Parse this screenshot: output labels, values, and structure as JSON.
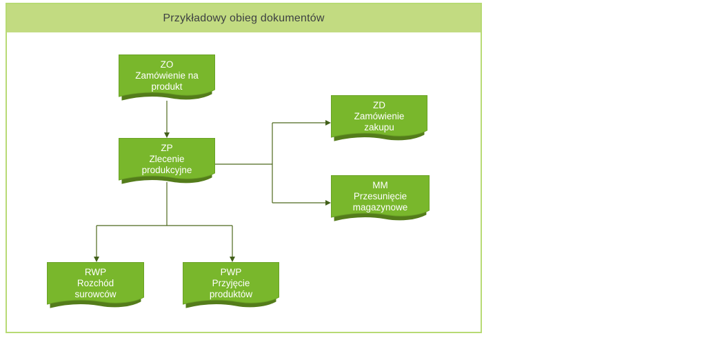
{
  "diagram": {
    "title": "Przykładowy obieg dokumentów",
    "nodes": [
      {
        "code": "ZO",
        "name": "Zamówienie na\nprodukt"
      },
      {
        "code": "ZP",
        "name": "Zlecenie\nprodukcyjne"
      },
      {
        "code": "ZD",
        "name": "Zamówienie\nzakupu"
      },
      {
        "code": "MM",
        "name": "Przesunięcie\nmagazynowe"
      },
      {
        "code": "RWP",
        "name": "Rozchód\nsurowców"
      },
      {
        "code": "PWP",
        "name": "Przyjęcie\nproduktów"
      }
    ],
    "edges": [
      {
        "from": "ZO",
        "to": "ZP"
      },
      {
        "from": "ZP",
        "to": "ZD"
      },
      {
        "from": "ZP",
        "to": "MM"
      },
      {
        "from": "ZP",
        "to": "RWP"
      },
      {
        "from": "ZP",
        "to": "PWP"
      }
    ],
    "colors": {
      "node_fill": "#79b72c",
      "node_border": "#69a124",
      "node_shadow": "#547c1b",
      "connector": "#4c681c",
      "arrowhead": "#42601a",
      "title_bar_bg": "#c2db81",
      "frame_border": "#b7da74",
      "title_text": "#3d4042",
      "node_text": "#ffffff"
    }
  }
}
